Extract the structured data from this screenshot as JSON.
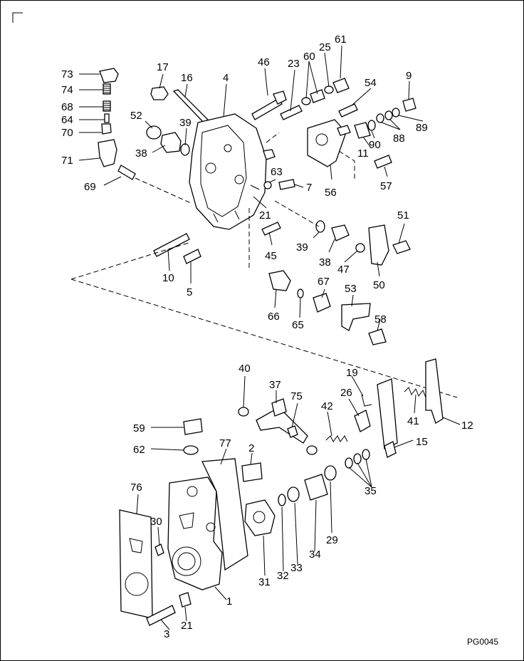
{
  "diagram": {
    "code": "PG0045",
    "part_labels": [
      "73",
      "74",
      "68",
      "64",
      "70",
      "71",
      "69",
      "17",
      "16",
      "52",
      "39",
      "38",
      "4",
      "46",
      "23",
      "60",
      "25",
      "61",
      "54",
      "9",
      "11",
      "90",
      "88",
      "89",
      "56",
      "57",
      "63",
      "7",
      "21",
      "45",
      "39",
      "38",
      "10",
      "5",
      "66",
      "65",
      "67",
      "53",
      "58",
      "47",
      "50",
      "51",
      "40",
      "37",
      "75",
      "42",
      "26",
      "19",
      "41",
      "12",
      "15",
      "35",
      "59",
      "62",
      "77",
      "2",
      "76",
      "30",
      "1",
      "3",
      "21",
      "31",
      "32",
      "33",
      "34",
      "29"
    ]
  }
}
